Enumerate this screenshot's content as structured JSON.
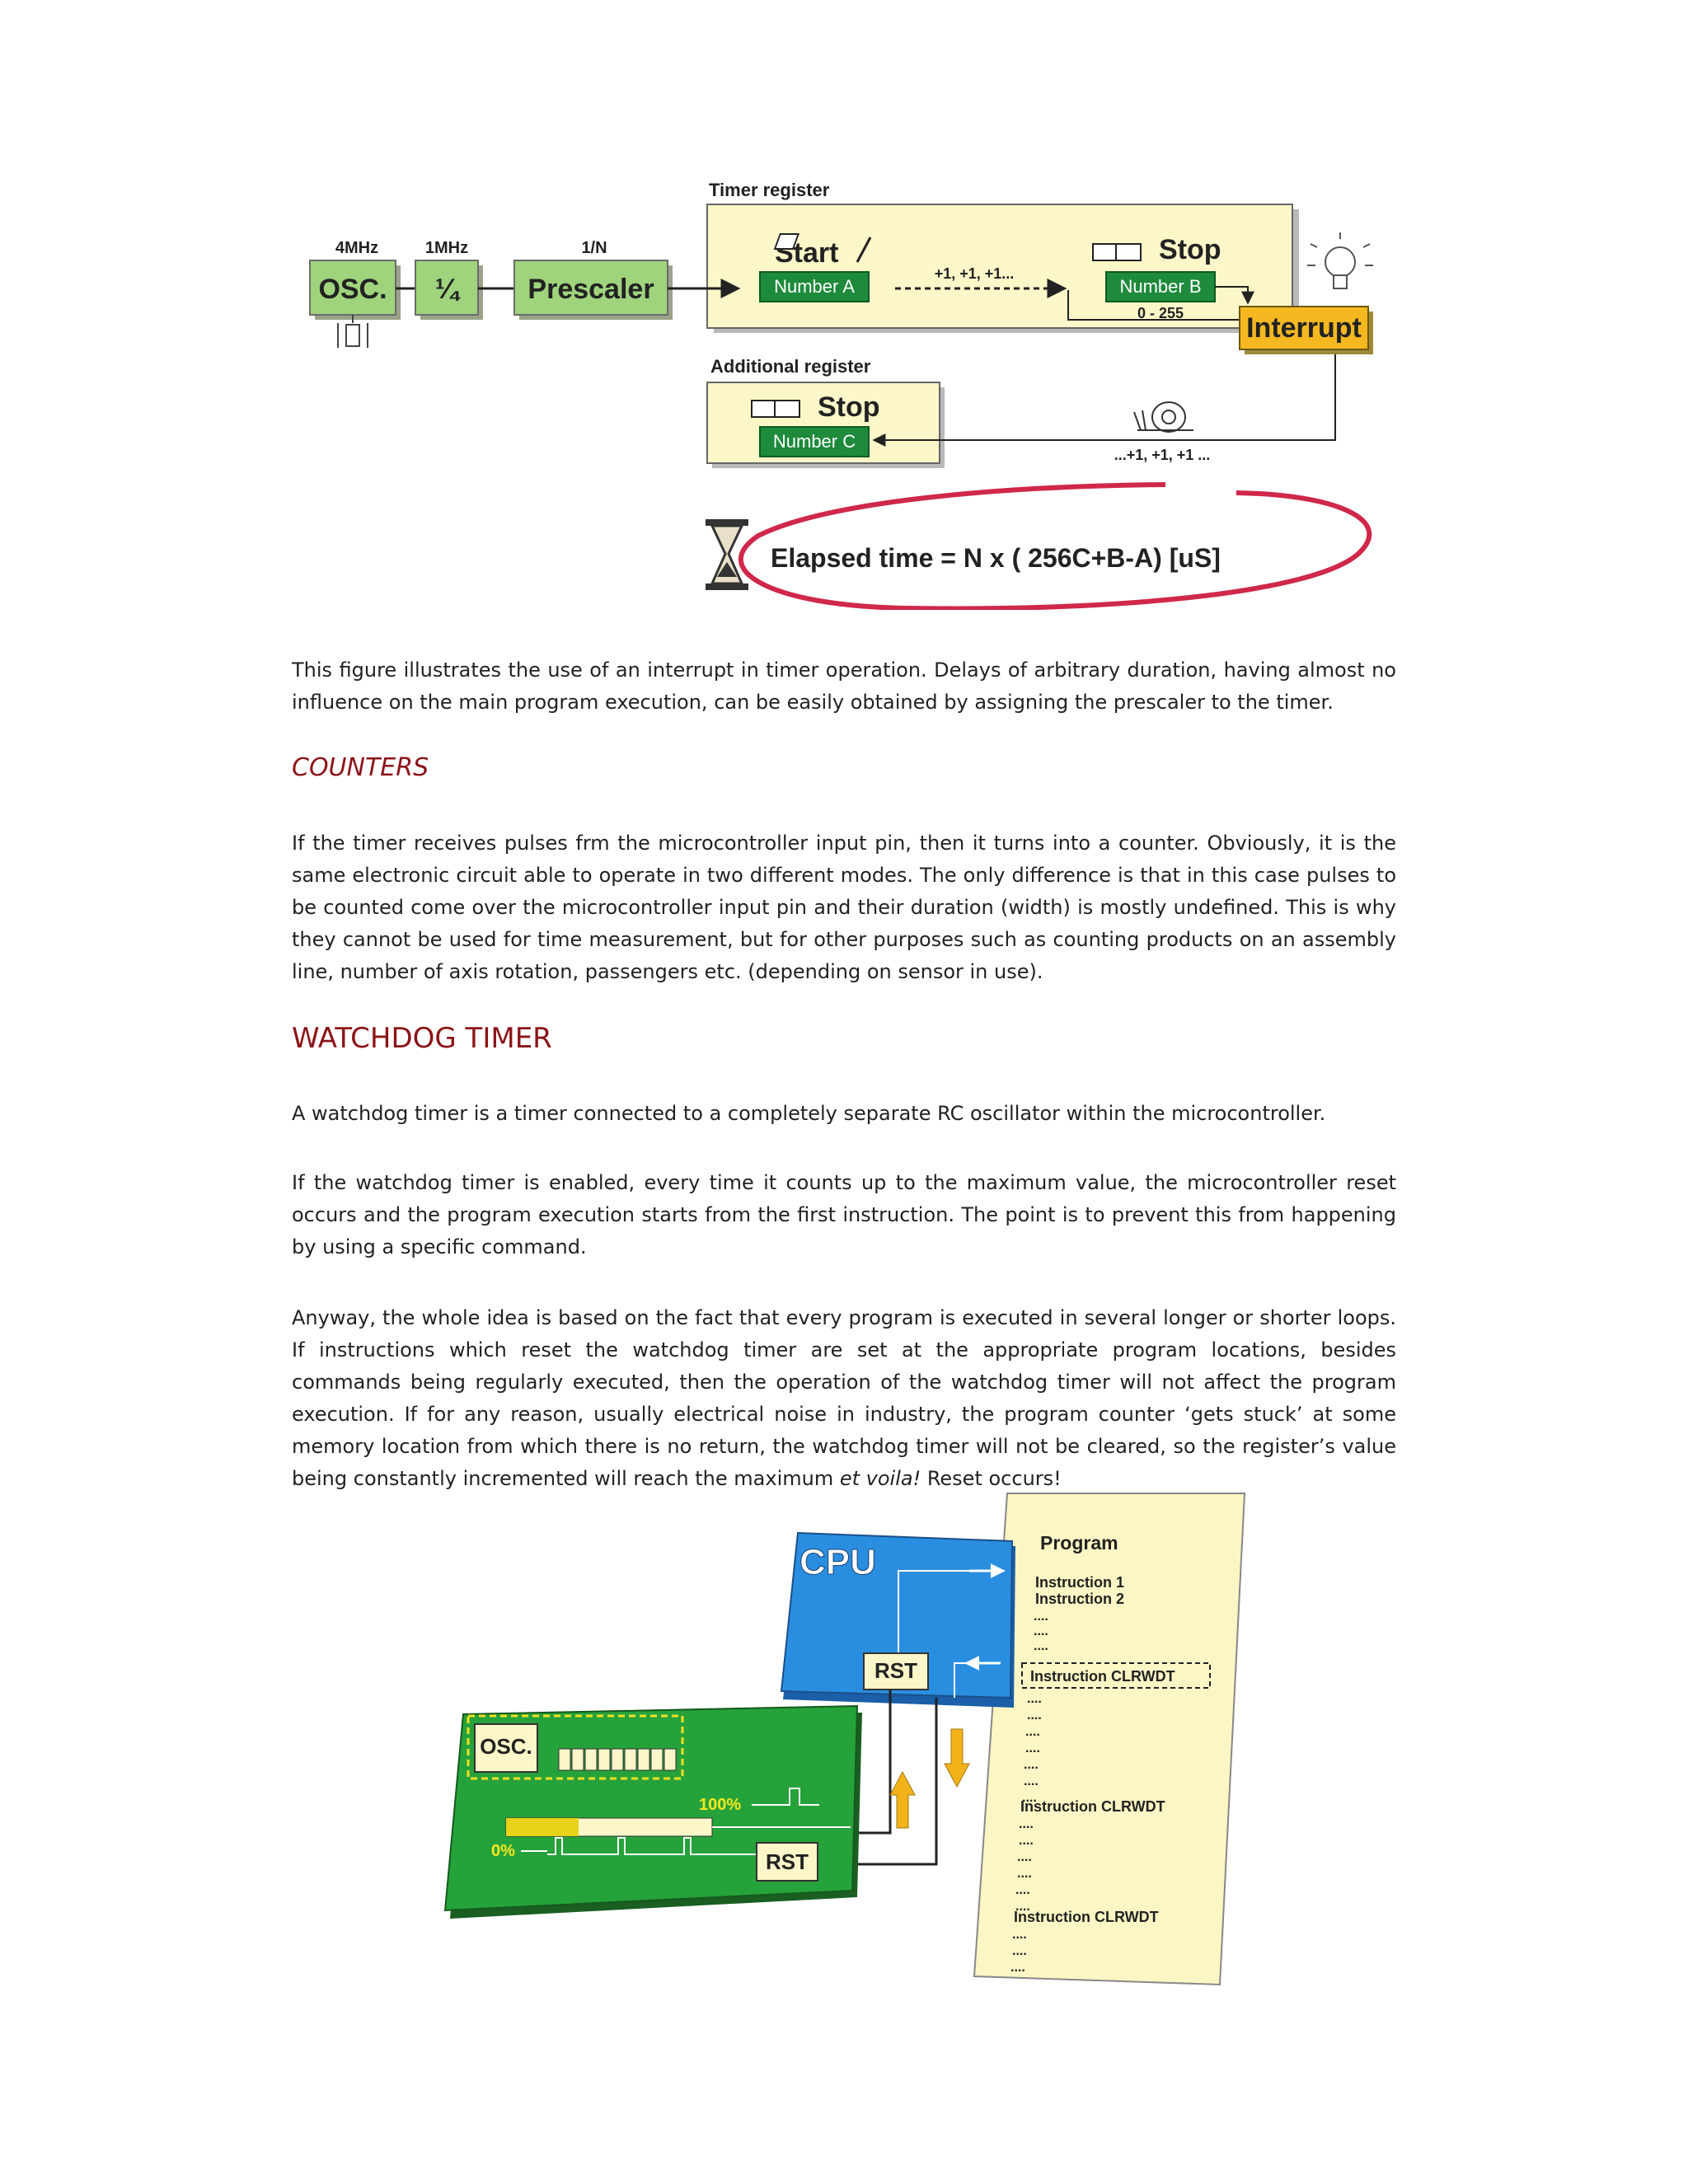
{
  "figure1": {
    "timer_register_label": "Timer register",
    "freq_4mhz": "4MHz",
    "freq_1mhz": "1MHz",
    "freq_1n": "1/N",
    "osc": "OSC.",
    "divider": "¼",
    "prescaler": "Prescaler",
    "start": "Start",
    "number_a": "Number A",
    "increments_top": "+1, +1, +1...",
    "stop": "Stop",
    "number_b": "Number B",
    "range": "0 - 255",
    "interrupt": "Interrupt",
    "additional_register_label": "Additional register",
    "stop2": "Stop",
    "number_c": "Number C",
    "increments_bottom": "...+1, +1, +1 ...",
    "formula": "Elapsed time = N x ( 256C+B-A)  [uS]"
  },
  "intro_paragraph": "This figure illustrates the use of an interrupt in timer operation. Delays of arbitrary duration, having almost no influence on the main program execution, can be easily obtained by assigning the prescaler to the timer.",
  "counters": {
    "heading": "COUNTERS",
    "paragraph": "If the timer receives pulses frm the microcontroller input pin, then it turns into a counter. Obviously, it is the same electronic circuit able to operate in two different modes. The only difference is that in this case pulses to be counted come over the microcontroller input pin and their duration (width) is mostly undefined. This is why they cannot be used for time measurement, but for other purposes such as counting products on an assembly line, number of axis rotation, passengers etc. (depending on sensor in use)."
  },
  "watchdog": {
    "heading": "WATCHDOG TIMER",
    "p1": "A watchdog timer is a timer connected to a completely separate RC oscillator within the microcontroller.",
    "p2": "If the watchdog timer is enabled, every time it counts up to the maximum value, the microcontroller reset occurs and the program execution starts from the first instruction. The point is to prevent this from happening by using a specific command.",
    "p3_main": "Anyway, the whole idea is based on the fact that every program is executed in several longer or shorter loops. If instructions which reset the watchdog timer are set at the appropriate program locations, besides commands being regularly executed, then the operation of the watchdog timer will not affect the program execution. If for any reason, usually electrical noise in industry, the program counter ‘gets stuck’ at some memory location from which there is no return, the watchdog timer will not be cleared, so the register’s value being constantly incremented will reach the maximum ",
    "p3_emph": "et voila!",
    "p3_end": " Reset occurs!"
  },
  "figure2": {
    "cpu": "CPU",
    "program": "Program",
    "instruction1": "Instruction 1",
    "instruction2": "Instruction 2",
    "dots": "....",
    "clrwdt": "Instruction CLRWDT",
    "rst": "RST",
    "osc": "OSC.",
    "pct100": "100%",
    "pct0": "0%"
  }
}
